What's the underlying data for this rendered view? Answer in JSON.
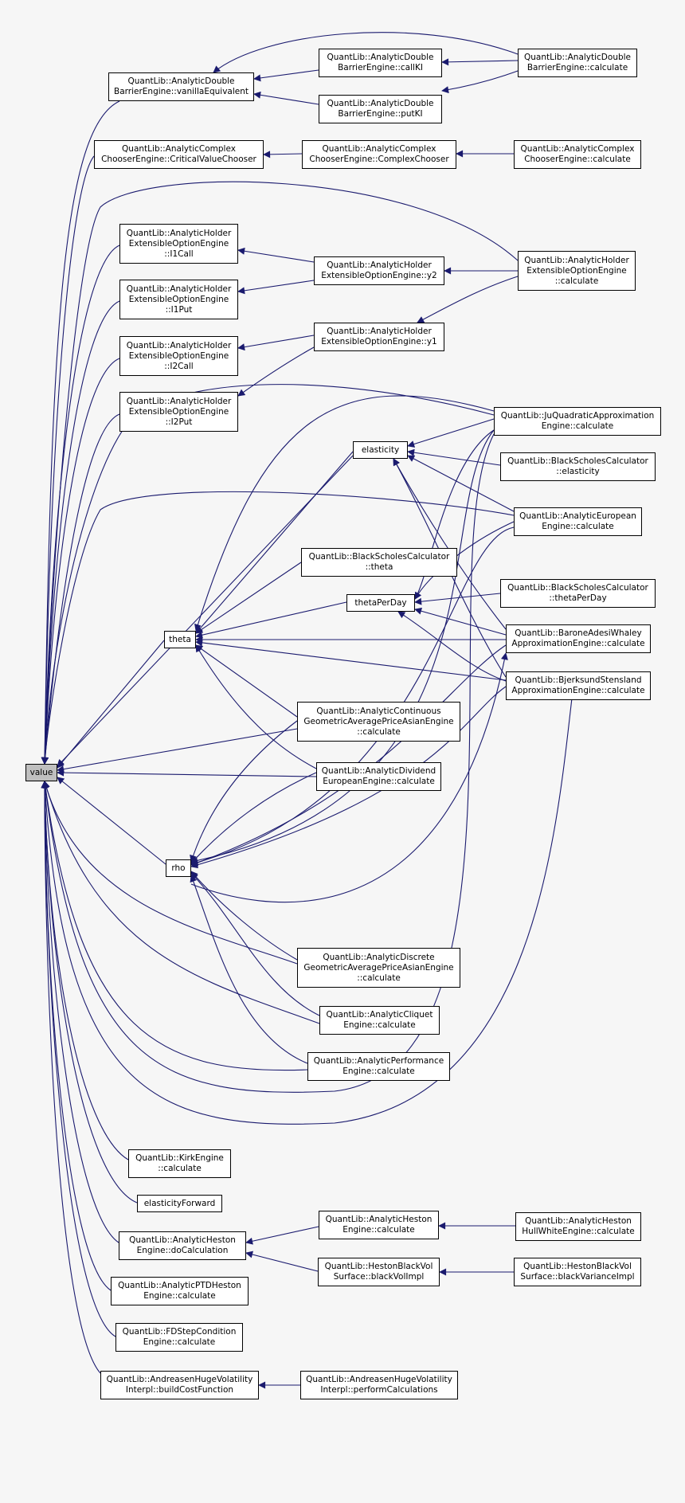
{
  "colors": {
    "background": "#f6f6f6",
    "edge": "#1a1a6e",
    "node_fill": "#ffffff",
    "root_fill": "#bfbfbf",
    "border": "#000000"
  },
  "nodes": {
    "value": {
      "lines": [
        "value"
      ]
    },
    "vanillaEquivalent": {
      "lines": [
        "QuantLib::AnalyticDouble",
        "BarrierEngine::vanillaEquivalent"
      ]
    },
    "callKI": {
      "lines": [
        "QuantLib::AnalyticDouble",
        "BarrierEngine::callKI"
      ]
    },
    "putKI": {
      "lines": [
        "QuantLib::AnalyticDouble",
        "BarrierEngine::putKI"
      ]
    },
    "doubleBarrierCalc": {
      "lines": [
        "QuantLib::AnalyticDouble",
        "BarrierEngine::calculate"
      ]
    },
    "criticalValueChooser": {
      "lines": [
        "QuantLib::AnalyticComplex",
        "ChooserEngine::CriticalValueChooser"
      ]
    },
    "complexChooser": {
      "lines": [
        "QuantLib::AnalyticComplex",
        "ChooserEngine::ComplexChooser"
      ]
    },
    "complexCalc": {
      "lines": [
        "QuantLib::AnalyticComplex",
        "ChooserEngine::calculate"
      ]
    },
    "i1Call": {
      "lines": [
        "QuantLib::AnalyticHolder",
        "ExtensibleOptionEngine",
        "::I1Call"
      ]
    },
    "i1Put": {
      "lines": [
        "QuantLib::AnalyticHolder",
        "ExtensibleOptionEngine",
        "::I1Put"
      ]
    },
    "i2Call": {
      "lines": [
        "QuantLib::AnalyticHolder",
        "ExtensibleOptionEngine",
        "::I2Call"
      ]
    },
    "i2Put": {
      "lines": [
        "QuantLib::AnalyticHolder",
        "ExtensibleOptionEngine",
        "::I2Put"
      ]
    },
    "y2": {
      "lines": [
        "QuantLib::AnalyticHolder",
        "ExtensibleOptionEngine::y2"
      ]
    },
    "y1": {
      "lines": [
        "QuantLib::AnalyticHolder",
        "ExtensibleOptionEngine::y1"
      ]
    },
    "holderCalc": {
      "lines": [
        "QuantLib::AnalyticHolder",
        "ExtensibleOptionEngine",
        "::calculate"
      ]
    },
    "juQuad": {
      "lines": [
        "QuantLib::JuQuadraticApproximation",
        "Engine::calculate"
      ]
    },
    "elasticity": {
      "lines": [
        "elasticity"
      ]
    },
    "bsElasticity": {
      "lines": [
        "QuantLib::BlackScholesCalculator",
        "::elasticity"
      ]
    },
    "europeanCalc": {
      "lines": [
        "QuantLib::AnalyticEuropean",
        "Engine::calculate"
      ]
    },
    "bsTheta": {
      "lines": [
        "QuantLib::BlackScholesCalculator",
        "::theta"
      ]
    },
    "thetaPerDay": {
      "lines": [
        "thetaPerDay"
      ]
    },
    "bsThetaPerDay": {
      "lines": [
        "QuantLib::BlackScholesCalculator",
        "::thetaPerDay"
      ]
    },
    "theta": {
      "lines": [
        "theta"
      ]
    },
    "baroneAdesi": {
      "lines": [
        "QuantLib::BaroneAdesiWhaley",
        "ApproximationEngine::calculate"
      ]
    },
    "bjerksund": {
      "lines": [
        "QuantLib::BjerksundStensland",
        "ApproximationEngine::calculate"
      ]
    },
    "contGeoAsian": {
      "lines": [
        "QuantLib::AnalyticContinuous",
        "GeometricAveragePriceAsianEngine",
        "::calculate"
      ]
    },
    "dividendEuropean": {
      "lines": [
        "QuantLib::AnalyticDividend",
        "EuropeanEngine::calculate"
      ]
    },
    "rho": {
      "lines": [
        "rho"
      ]
    },
    "discGeoAsian": {
      "lines": [
        "QuantLib::AnalyticDiscrete",
        "GeometricAveragePriceAsianEngine",
        "::calculate"
      ]
    },
    "cliquet": {
      "lines": [
        "QuantLib::AnalyticCliquet",
        "Engine::calculate"
      ]
    },
    "performance": {
      "lines": [
        "QuantLib::AnalyticPerformance",
        "Engine::calculate"
      ]
    },
    "kirk": {
      "lines": [
        "QuantLib::KirkEngine",
        "::calculate"
      ]
    },
    "elasticityForward": {
      "lines": [
        "elasticityForward"
      ]
    },
    "hestonDoCalc": {
      "lines": [
        "QuantLib::AnalyticHeston",
        "Engine::doCalculation"
      ]
    },
    "hestonCalc": {
      "lines": [
        "QuantLib::AnalyticHeston",
        "Engine::calculate"
      ]
    },
    "hestonHullWhite": {
      "lines": [
        "QuantLib::AnalyticHeston",
        "HullWhiteEngine::calculate"
      ]
    },
    "blackVolImpl": {
      "lines": [
        "QuantLib::HestonBlackVol",
        "Surface::blackVolImpl"
      ]
    },
    "blackVarianceImpl": {
      "lines": [
        "QuantLib::HestonBlackVol",
        "Surface::blackVarianceImpl"
      ]
    },
    "ptdHeston": {
      "lines": [
        "QuantLib::AnalyticPTDHeston",
        "Engine::calculate"
      ]
    },
    "fdStep": {
      "lines": [
        "QuantLib::FDStepCondition",
        "Engine::calculate"
      ]
    },
    "buildCost": {
      "lines": [
        "QuantLib::AndreasenHugeVolatility",
        "Interpl::buildCostFunction"
      ]
    },
    "performCalc": {
      "lines": [
        "QuantLib::AndreasenHugeVolatility",
        "Interpl::performCalculations"
      ]
    }
  }
}
